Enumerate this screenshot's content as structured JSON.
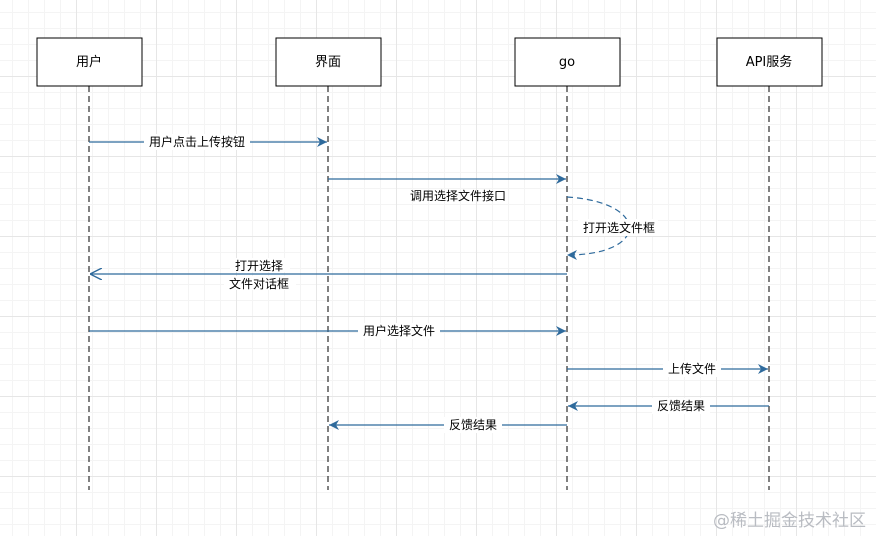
{
  "actors": [
    {
      "id": "user",
      "label": "用户"
    },
    {
      "id": "ui",
      "label": "界面"
    },
    {
      "id": "go",
      "label": "go"
    },
    {
      "id": "api",
      "label": "API服务"
    }
  ],
  "messages": [
    {
      "id": "m1",
      "from": "user",
      "to": "ui",
      "label": "用户点击上传按钮"
    },
    {
      "id": "m2",
      "from": "ui",
      "to": "go",
      "label": "调用选择文件接口"
    },
    {
      "id": "m3",
      "from": "go",
      "to": "go",
      "label": "打开选文件框"
    },
    {
      "id": "m4",
      "from": "go",
      "to": "user",
      "label": "打开选择",
      "label2": "文件对话框"
    },
    {
      "id": "m5",
      "from": "user",
      "to": "go",
      "label": "用户选择文件"
    },
    {
      "id": "m6",
      "from": "go",
      "to": "api",
      "label": "上传文件"
    },
    {
      "id": "m7",
      "from": "api",
      "to": "go",
      "label": "反馈结果"
    },
    {
      "id": "m8",
      "from": "go",
      "to": "ui",
      "label": "反馈结果"
    }
  ],
  "colors": {
    "arrow": "#2e6a9c"
  },
  "watermark": "@稀土掘金技术社区"
}
